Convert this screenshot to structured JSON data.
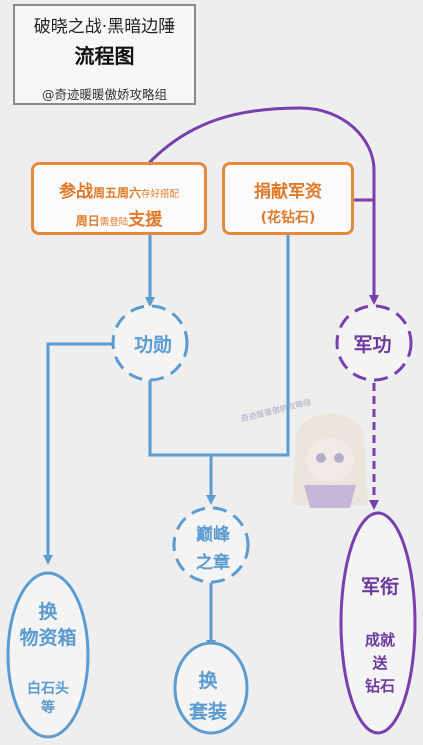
{
  "title": {
    "line1": "破晓之战·黑暗边陲",
    "line2": "流程图",
    "credit": "@奇迹暖暖傲娇攻略组"
  },
  "nodes": {
    "canzhan": {
      "label_big": "参战",
      "days_mid": "周五周六",
      "note_tiny": "存好搭配",
      "day2_mid": "周日",
      "note2_tiny": "需登陆",
      "support_big": "支援"
    },
    "juanxian": {
      "label": "捐献军资",
      "sub": "(花钻石)"
    },
    "gongxun": {
      "label": "功勋"
    },
    "jungong": {
      "label": "军功"
    },
    "dianfeng": {
      "line1": "巅峰",
      "line2": "之章"
    },
    "wuzi": {
      "line1": "换",
      "line2": "物资箱",
      "line3": "白石头",
      "line4": "等"
    },
    "taozhuang": {
      "line1": "换",
      "line2": "套装"
    },
    "junxian": {
      "line1": "军衔",
      "line2": "成就",
      "line3": "送",
      "line4": "钻石"
    }
  },
  "watermark": "奇迹暖暖傲娇攻略组",
  "colors": {
    "orange": "#e58a3c",
    "blue": "#5b9bd0",
    "purple": "#7a3fae",
    "purple_dark": "#6e3a9e"
  }
}
